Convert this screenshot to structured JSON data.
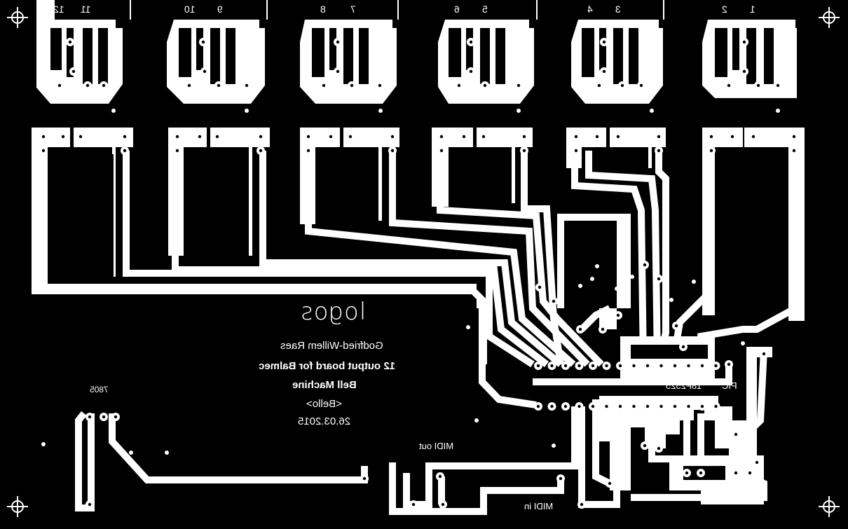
{
  "connector_numbers": [
    "1",
    "2",
    "3",
    "4",
    "5",
    "6",
    "7",
    "8",
    "9",
    "10",
    "11",
    "12"
  ],
  "logo_text": "logos",
  "credits": {
    "author": "Godfried-Willem Raes",
    "board_desc": "12 output board for Balmec",
    "machine": "Bell Machine",
    "nickname": "<Bello>",
    "date": "26.03.2015"
  },
  "components": {
    "regulator": "7805",
    "pic": "PIC",
    "pic_model": "18F2525",
    "midi_out": "MIDI out",
    "midi_in": "MIDI in"
  },
  "colors": {
    "background": "#000000",
    "copper": "#ffffff"
  }
}
